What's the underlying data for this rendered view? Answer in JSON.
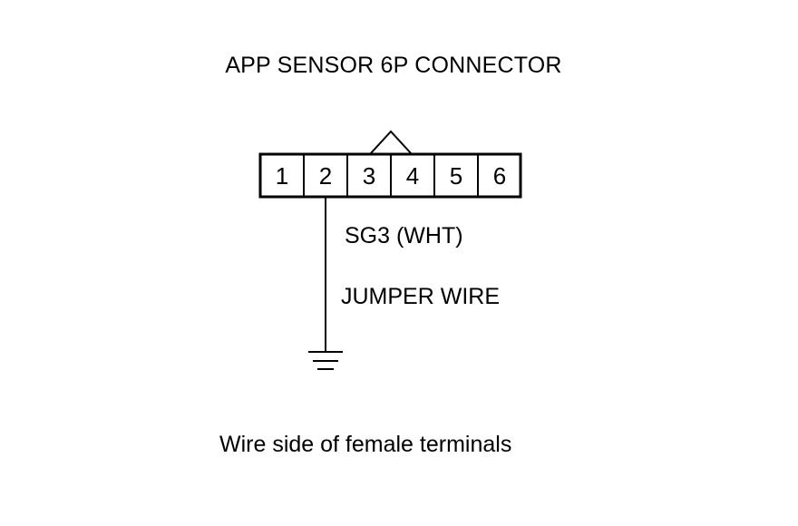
{
  "diagram": {
    "title": "APP SENSOR 6P CONNECTOR",
    "connector": {
      "pins": [
        "1",
        "2",
        "3",
        "4",
        "5",
        "6"
      ]
    },
    "wire_label": "SG3 (WHT)",
    "jumper_label": "JUMPER WIRE",
    "caption": "Wire side of female terminals",
    "ground_symbol": "ground-icon",
    "line_color": "#000000"
  }
}
